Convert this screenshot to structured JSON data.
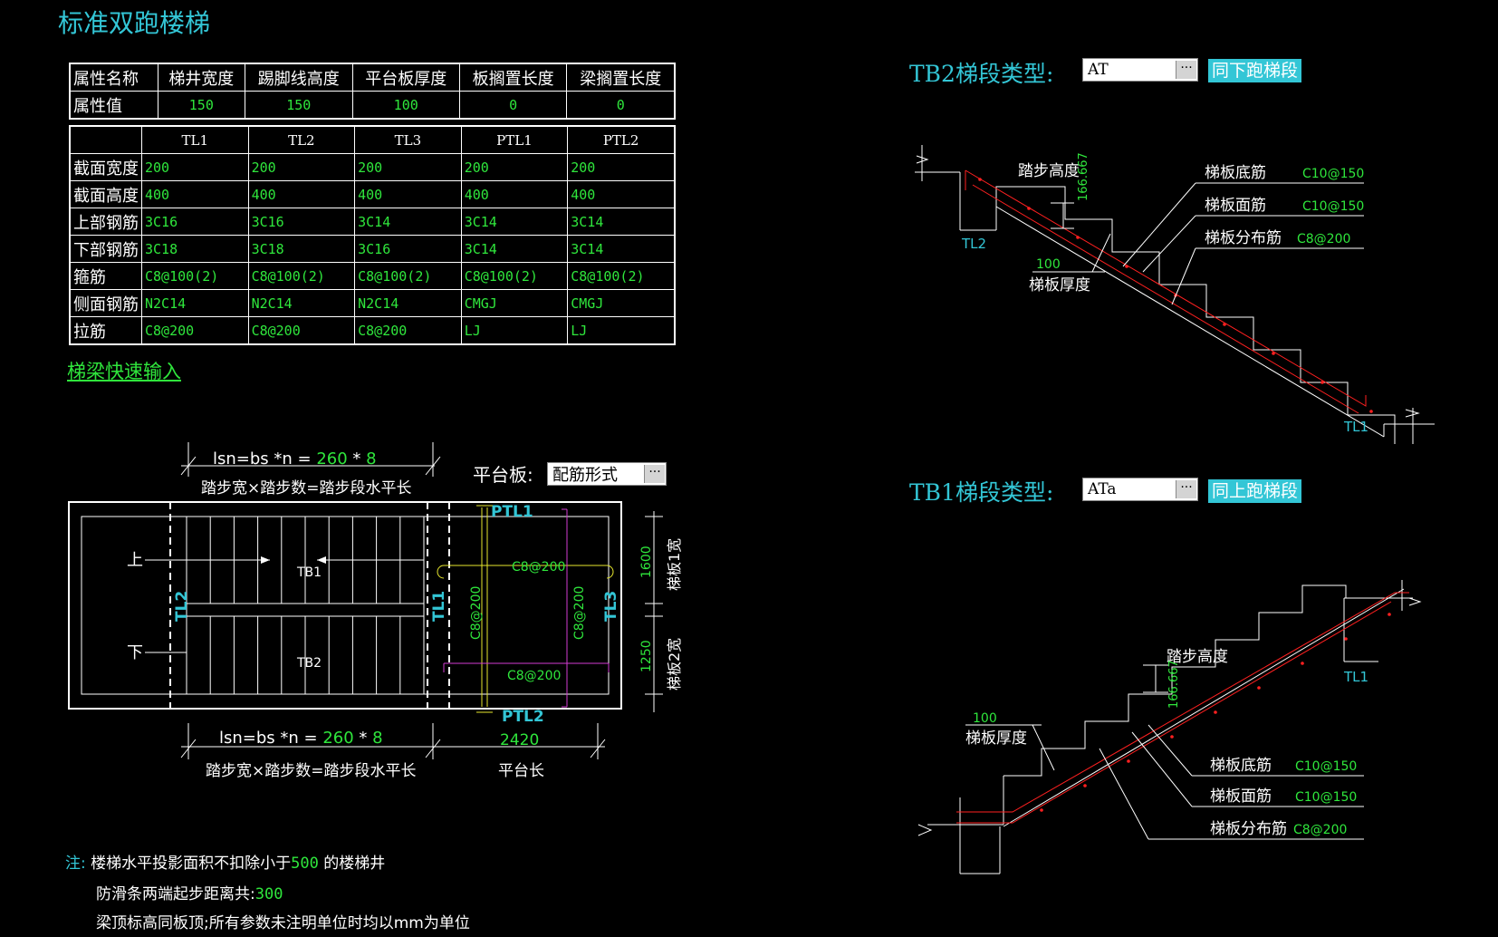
{
  "page": {
    "title": "标准双跑楼梯"
  },
  "property_table": {
    "headers": [
      "属性名称",
      "梯井宽度",
      "踢脚线高度",
      "平台板厚度",
      "板搁置长度",
      "梁搁置长度"
    ],
    "row_label": "属性值",
    "values": [
      "150",
      "150",
      "100",
      "0",
      "0"
    ]
  },
  "beam_table": {
    "columns": [
      "TL1",
      "TL2",
      "TL3",
      "PTL1",
      "PTL2"
    ],
    "rows": [
      {
        "label": "截面宽度",
        "values": [
          "200",
          "200",
          "200",
          "200",
          "200"
        ]
      },
      {
        "label": "截面高度",
        "values": [
          "400",
          "400",
          "400",
          "400",
          "400"
        ]
      },
      {
        "label": "上部钢筋",
        "values": [
          "3C16",
          "3C16",
          "3C14",
          "3C14",
          "3C14"
        ]
      },
      {
        "label": "下部钢筋",
        "values": [
          "3C18",
          "3C18",
          "3C16",
          "3C14",
          "3C14"
        ]
      },
      {
        "label": "箍筋",
        "values": [
          "C8@100(2)",
          "C8@100(2)",
          "C8@100(2)",
          "C8@100(2)",
          "C8@100(2)"
        ]
      },
      {
        "label": "侧面钢筋",
        "values": [
          "N2C14",
          "N2C14",
          "N2C14",
          "CMGJ",
          "CMGJ"
        ]
      },
      {
        "label": "拉筋",
        "values": [
          "C8@200",
          "C8@200",
          "C8@200",
          "LJ",
          "LJ"
        ]
      }
    ]
  },
  "quick_input_link": "梯梁快速输入",
  "plan": {
    "formula_top": "lsn=bs *n = ",
    "bs": "260",
    "times": " * ",
    "n": "8",
    "formula_caption": "踏步宽×踏步数=踏步段水平长",
    "platform_label": "平台板:",
    "platform_value": "配筋形式",
    "up": "上",
    "down": "下",
    "tb1": "TB1",
    "tb2": "TB2",
    "tl1": "TL1",
    "tl2": "TL2",
    "tl3": "TL3",
    "ptl1": "PTL1",
    "ptl2": "PTL2",
    "rebar": "C8@200",
    "w1": "1600",
    "w1_label": "梯板1宽",
    "w2": "1250",
    "w2_label": "梯板2宽",
    "platform_length": "2420",
    "platform_length_label": "平台长"
  },
  "tb2": {
    "title": "TB2梯段类型:",
    "type": "AT",
    "button": "同下跑梯段",
    "step_height_label": "踏步高度",
    "step_height": "166.667",
    "bottom_bar_label": "梯板底筋",
    "bottom_bar": "C10@150",
    "top_bar_label": "梯板面筋",
    "top_bar": "C10@150",
    "dist_bar_label": "梯板分布筋",
    "dist_bar": "C8@200",
    "thickness": "100",
    "thickness_label": "梯板厚度",
    "tl_left": "TL2",
    "tl_right": "TL1"
  },
  "tb1": {
    "title": "TB1梯段类型:",
    "type": "ATa",
    "button": "同上跑梯段",
    "step_height_label": "踏步高度",
    "step_height": "166.667",
    "bottom_bar_label": "梯板底筋",
    "bottom_bar": "C10@150",
    "top_bar_label": "梯板面筋",
    "top_bar": "C10@150",
    "dist_bar_label": "梯板分布筋",
    "dist_bar": "C8@200",
    "thickness": "100",
    "thickness_label": "梯板厚度",
    "tl_right": "TL1"
  },
  "notes": {
    "prefix": "注:",
    "line1a": "楼梯水平投影面积不扣除小于",
    "line1v": "500",
    "line1b": " 的楼梯井",
    "line2a": "防滑条两端起步距离共:",
    "line2v": "300",
    "line3": "梁顶标高同板顶;所有参数未注明单位时均以mm为单位"
  },
  "colors": {
    "cyan": "#33c6d6",
    "green": "#2fe63c",
    "red": "#ff2020",
    "yellow": "#e6e62e",
    "magenta": "#d23cd2"
  }
}
